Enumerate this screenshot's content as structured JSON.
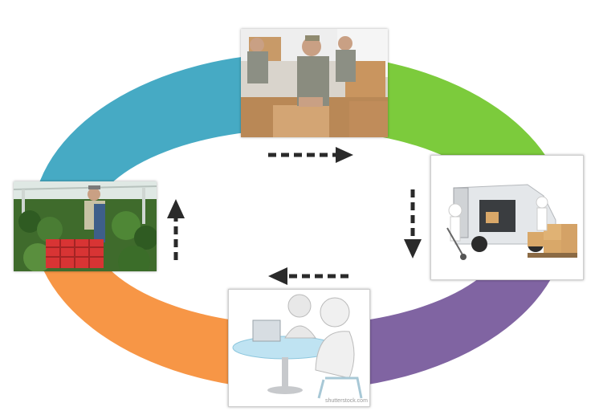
{
  "diagram": {
    "type": "cycle",
    "segment_colors": {
      "top_left": "#46aac4",
      "top_right": "#7ccb3c",
      "bottom_right": "#8064a2",
      "bottom_left": "#f79646"
    },
    "arrow_color": "#2a2a2a",
    "stages": [
      {
        "id": "harvest",
        "icon": "farmer-harvesting-image"
      },
      {
        "id": "packing",
        "icon": "workers-packing-boxes-image"
      },
      {
        "id": "delivery",
        "icon": "delivery-van-boxes-image"
      },
      {
        "id": "office",
        "icon": "business-meeting-desk-image"
      }
    ],
    "watermark": "shutterstock.com"
  }
}
